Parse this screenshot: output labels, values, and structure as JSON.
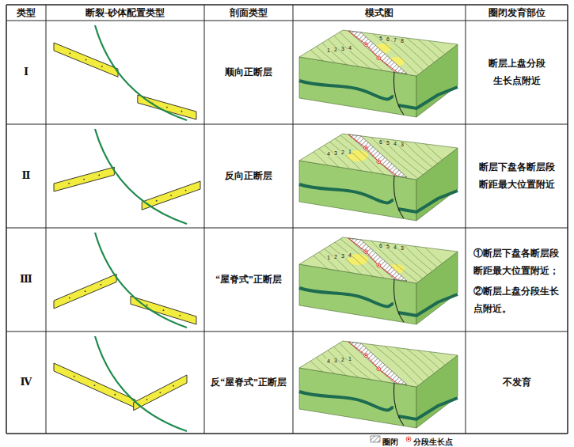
{
  "diagram": {
    "labels": [
      "类型",
      "断裂-砂体配置类型",
      "剖面类型",
      "模式图",
      "圈闭发育部位",
      "Ⅰ",
      "顺向正断层",
      "断层上盘分段生长点附近",
      "1",
      "2",
      "3",
      "4",
      "5",
      "6",
      "7",
      "8",
      "Ⅱ",
      "反向正断层",
      "断层下盘各断层段断距最大位置附近",
      "4",
      "3",
      "2",
      "1",
      "6",
      "5",
      "4",
      "3",
      "Ⅲ",
      "“屋脊式”正断层",
      "①断层下盘各断层段断距最大位置附近；",
      "②断层上盘分段生长点附近。",
      "1",
      "2",
      "3",
      "4",
      "6",
      "5",
      "4",
      "3",
      "Ⅳ",
      "反“屋脊式”正断层",
      "不发育",
      "4",
      "3",
      "2",
      "1"
    ],
    "legend": [
      {
        "text": "圈闭"
      },
      {
        "text": "分段生长点"
      }
    ]
  }
}
